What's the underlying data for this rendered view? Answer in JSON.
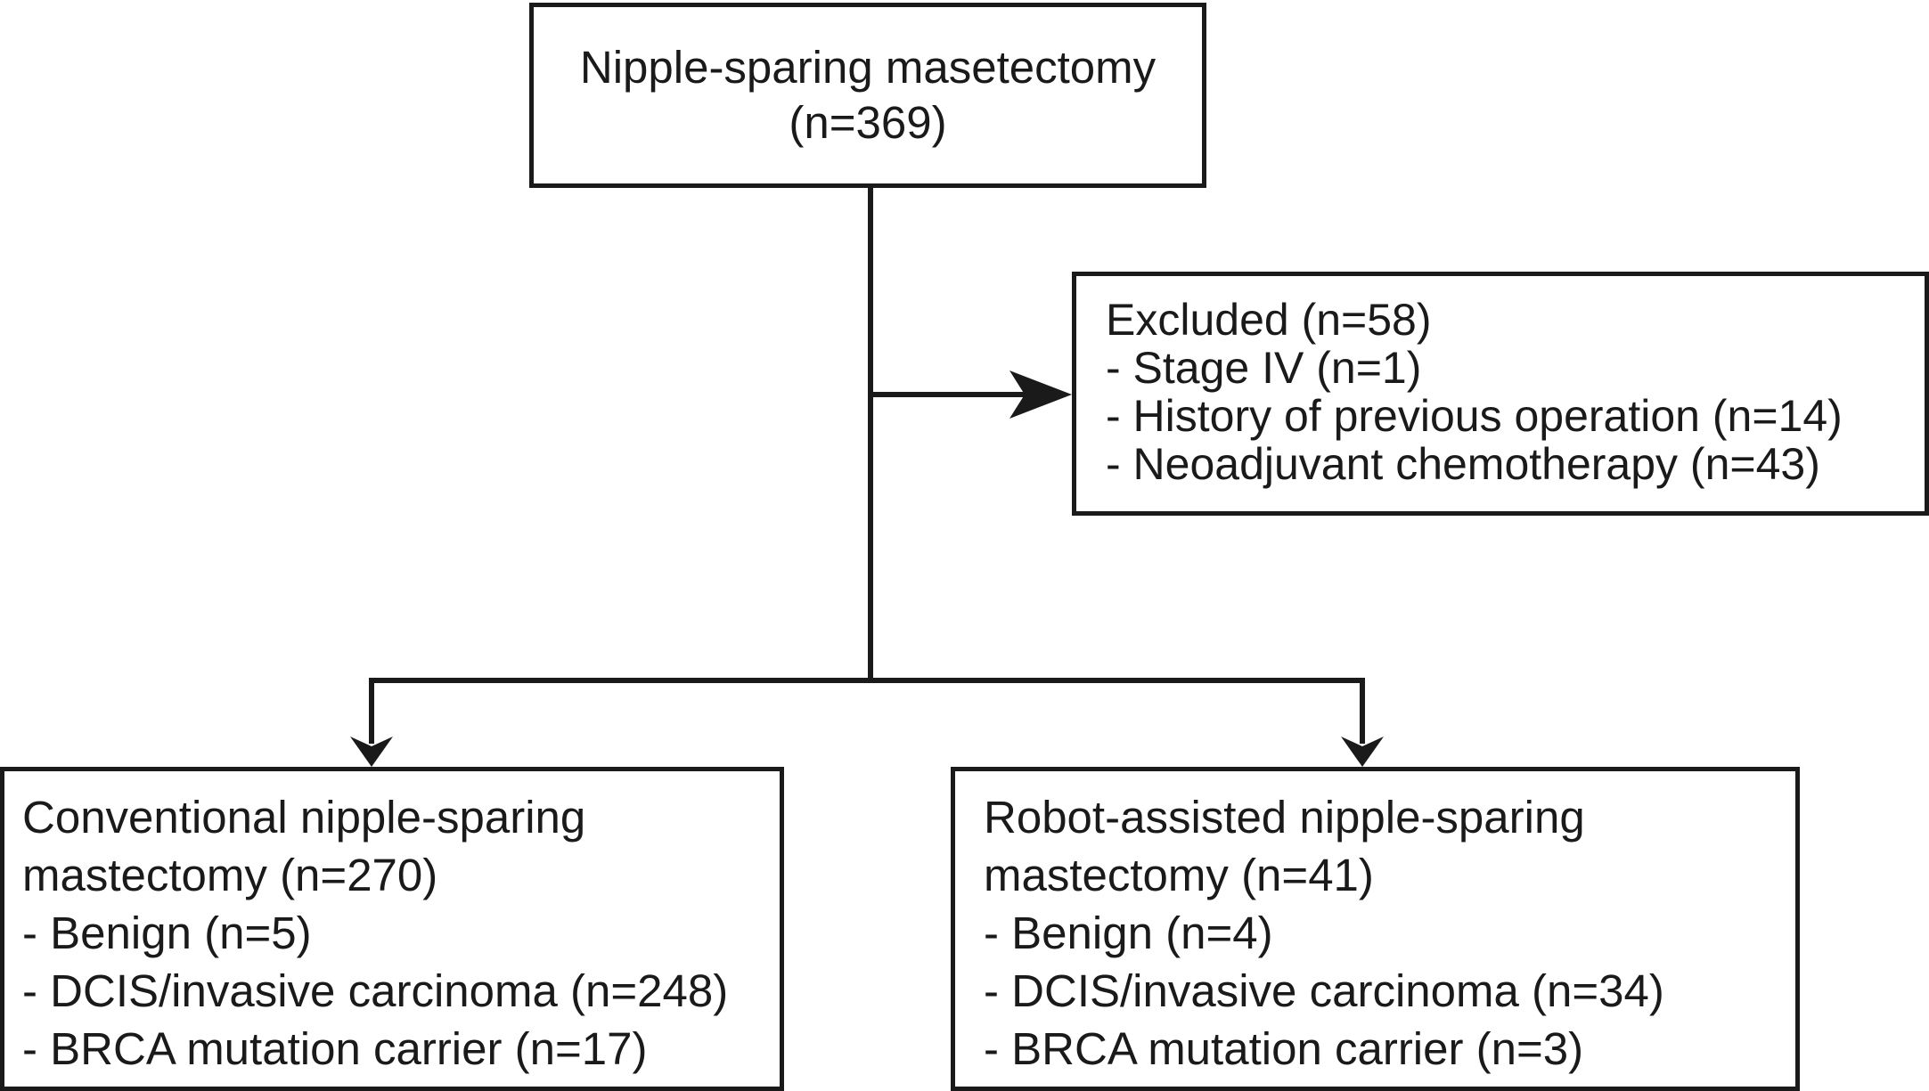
{
  "top_box": {
    "line1": "Nipple-sparing masetectomy",
    "line2": "(n=369)"
  },
  "excluded_box": {
    "title": "Excluded (n=58)",
    "items": [
      "- Stage IV (n=1)",
      "- History of previous operation (n=14)",
      "- Neoadjuvant chemotherapy (n=43)"
    ]
  },
  "left_box": {
    "title_line1": "Conventional nipple-sparing",
    "title_line2": "mastectomy (n=270)",
    "items": [
      "- Benign (n=5)",
      "- DCIS/invasive carcinoma (n=248)",
      "- BRCA mutation carrier (n=17)"
    ]
  },
  "right_box": {
    "title_line1": "Robot-assisted nipple-sparing",
    "title_line2": "mastectomy (n=41)",
    "items": [
      "- Benign (n=4)",
      "- DCIS/invasive carcinoma (n=34)",
      "- BRCA mutation carrier (n=3)"
    ]
  }
}
